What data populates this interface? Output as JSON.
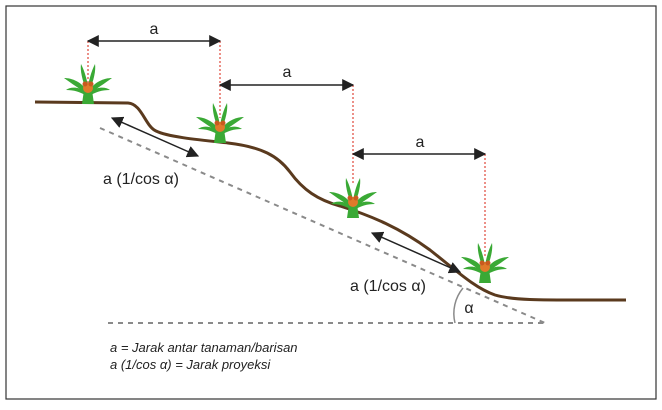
{
  "colors": {
    "ground": "#5a3a1e",
    "plant_leaf": "#3aa935",
    "plant_fruit": "#e07a2a",
    "dim_arrow": "#222222",
    "guide_red": "#e0473a",
    "dashed": "#8a8a8a",
    "frame": "#333333"
  },
  "labels": {
    "spacing_1": "a",
    "spacing_2": "a",
    "spacing_3": "a",
    "slope_dist_1": "a (1/cos α)",
    "slope_dist_2": "a (1/cos α)",
    "angle": "α"
  },
  "legend": {
    "line_1": "a  = Jarak antar tanaman/barisan",
    "line_2": "a (1/cos α) = Jarak proyeksi"
  },
  "icons": {
    "plant": "oil-palm-seedling-icon"
  }
}
